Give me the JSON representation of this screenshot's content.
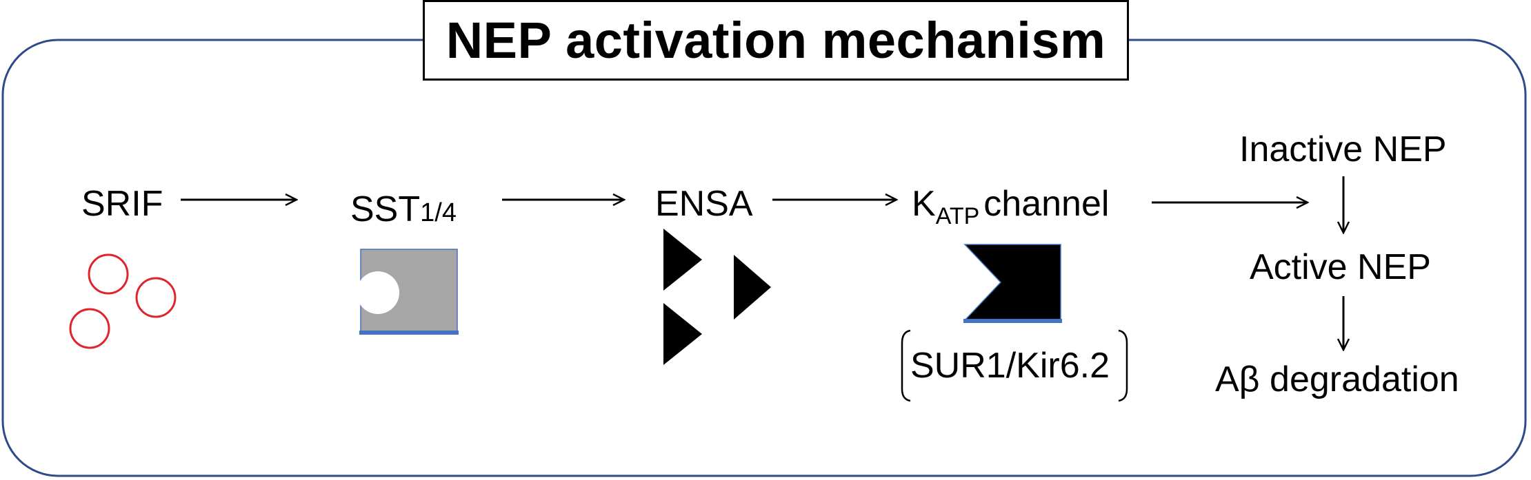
{
  "title": "NEP activation mechanism",
  "nodes": {
    "srif": "SRIF",
    "sst": {
      "main": "SST",
      "sub": "1/4"
    },
    "ensa": "ENSA",
    "katp": {
      "main": "K",
      "sub": "ATP",
      "rest": "channel"
    },
    "katp_subunits": "SUR1/Kir6.2",
    "inactive_nep": "Inactive NEP",
    "active_nep": "Active NEP",
    "abeta": "Aβ degradation"
  },
  "colors": {
    "frame": "#2F4A8A",
    "circle": "#E0242B",
    "receptor_fill": "#A6A6A6",
    "accent_blue": "#4472C4",
    "black": "#000000"
  }
}
